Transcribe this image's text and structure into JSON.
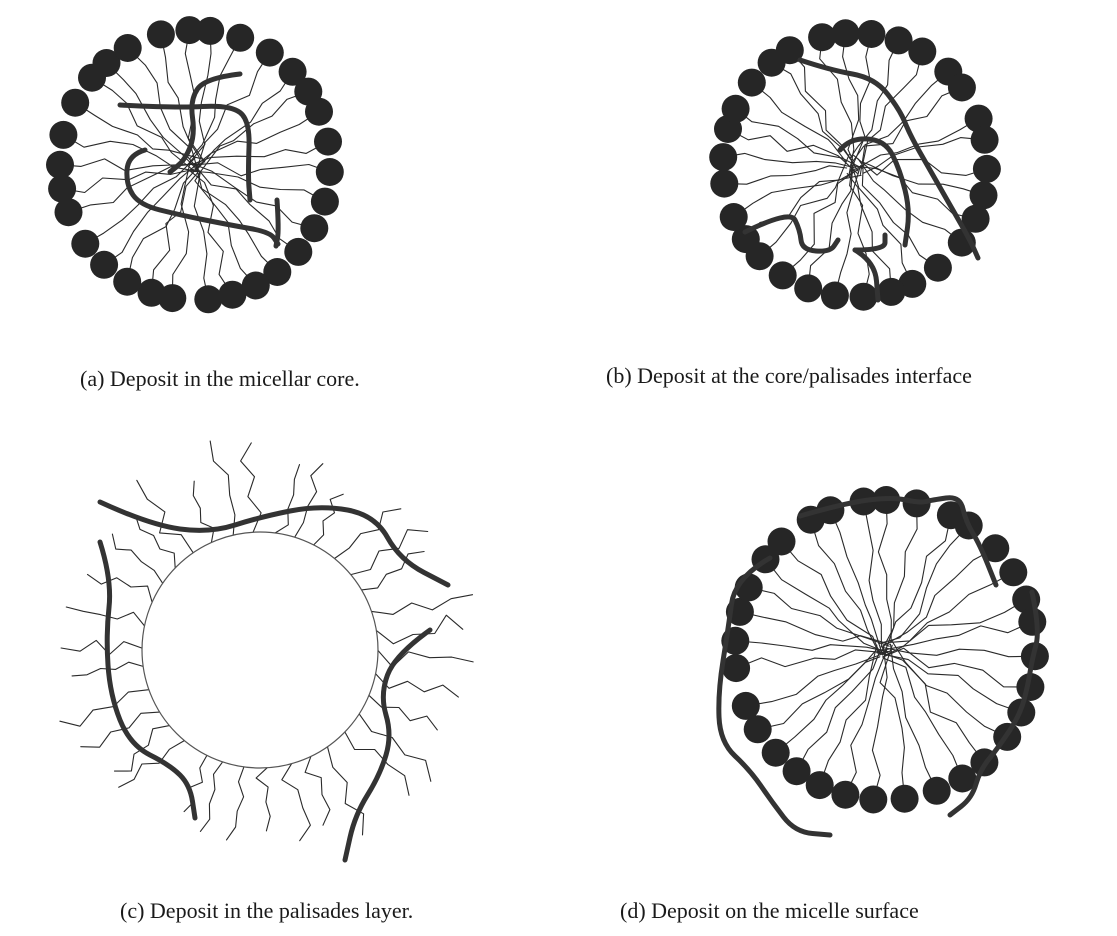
{
  "figure": {
    "panels": [
      {
        "id": "a",
        "caption": "(a) Deposit in the micellar core.",
        "location": "micellar core",
        "style": "micelle"
      },
      {
        "id": "b",
        "caption": "(b) Deposit at the core/palisades interface",
        "location": "core/palisades interface",
        "style": "micelle"
      },
      {
        "id": "c",
        "caption": "(c) Deposit in the palisades layer.",
        "location": "palisades layer",
        "style": "palisades"
      },
      {
        "id": "d",
        "caption": "(d) Deposit on the micelle surface",
        "location": "micelle surface",
        "style": "micelle"
      }
    ],
    "colors": {
      "head": "#262626",
      "tail": "#2a2a2a",
      "polymer": "#333333",
      "background": "#ffffff"
    }
  }
}
